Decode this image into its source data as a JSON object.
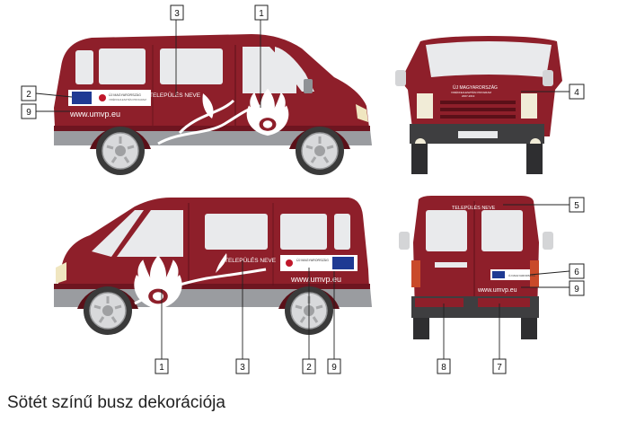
{
  "caption": "Sötét színű busz dekorációja",
  "callouts": {
    "n1": "1",
    "n2": "2",
    "n3": "3",
    "n4": "4",
    "n5": "5",
    "n6": "6",
    "n7": "7",
    "n8": "8",
    "n9": "9"
  },
  "decal": {
    "town_name": "TELEPÜLÉS NEVE",
    "website": "www.umvp.eu",
    "program_title": "ÚJ MAGYARORSZÁG",
    "program_sub": "VIDÉKFEJLESZTÉSI PROGRAM",
    "program_years": "2007-2013"
  },
  "colors": {
    "body": "#8e1f2a",
    "body_dark": "#6e1520",
    "trim": "#8f9296",
    "glass": "#e9eaec",
    "eu_blue": "#1f3a93"
  }
}
